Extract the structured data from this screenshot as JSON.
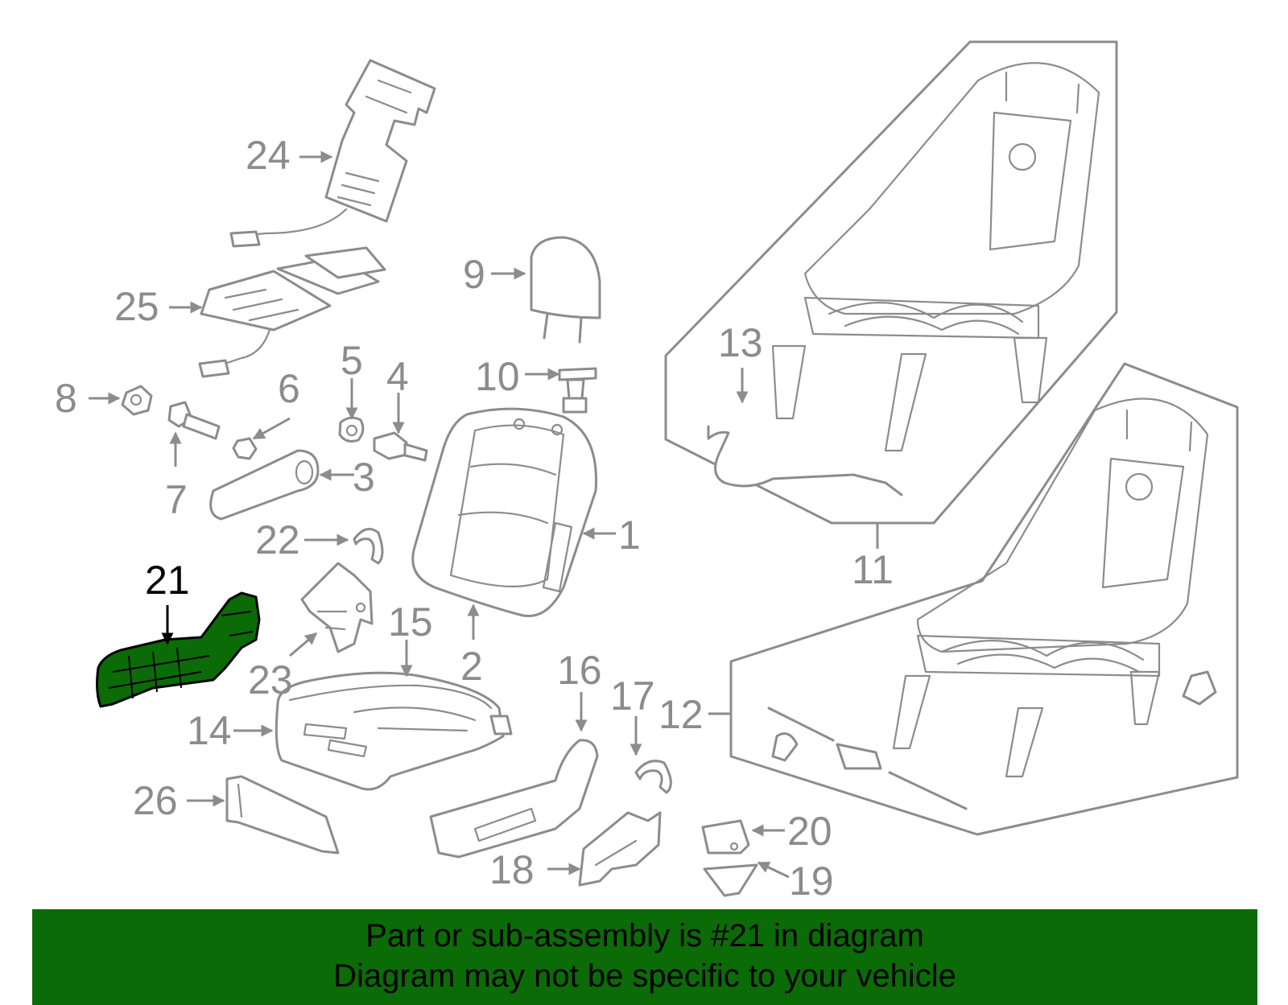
{
  "diagram": {
    "highlight_color": "#0b6b06",
    "line_color": "#8c8c8c",
    "highlighted_part": "21",
    "callouts": [
      "1",
      "2",
      "3",
      "4",
      "5",
      "6",
      "7",
      "8",
      "9",
      "10",
      "11",
      "12",
      "13",
      "14",
      "15",
      "16",
      "17",
      "18",
      "19",
      "20",
      "21",
      "22",
      "23",
      "24",
      "25",
      "26"
    ]
  },
  "banner": {
    "line1": "Part or sub-assembly is #21 in diagram",
    "line2": "Diagram may not be specific to your vehicle"
  }
}
